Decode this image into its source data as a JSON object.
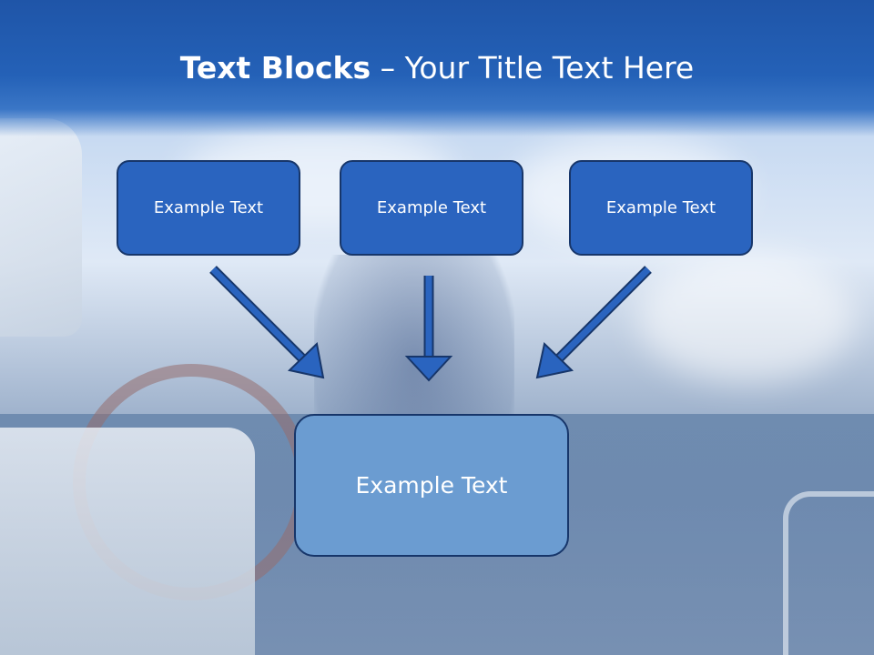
{
  "title": {
    "bold": "Text Blocks",
    "rest": "– Your Title Text Here"
  },
  "blocks": [
    {
      "label": "Example Text"
    },
    {
      "label": "Example Text"
    },
    {
      "label": "Example Text"
    }
  ],
  "target": {
    "label": "Example Text"
  },
  "colors": {
    "header": "#2461b7",
    "block_fill": "#2a64bf",
    "target_fill": "#6b9cd1",
    "border": "#17366a",
    "arrow": "#2a64bf"
  }
}
